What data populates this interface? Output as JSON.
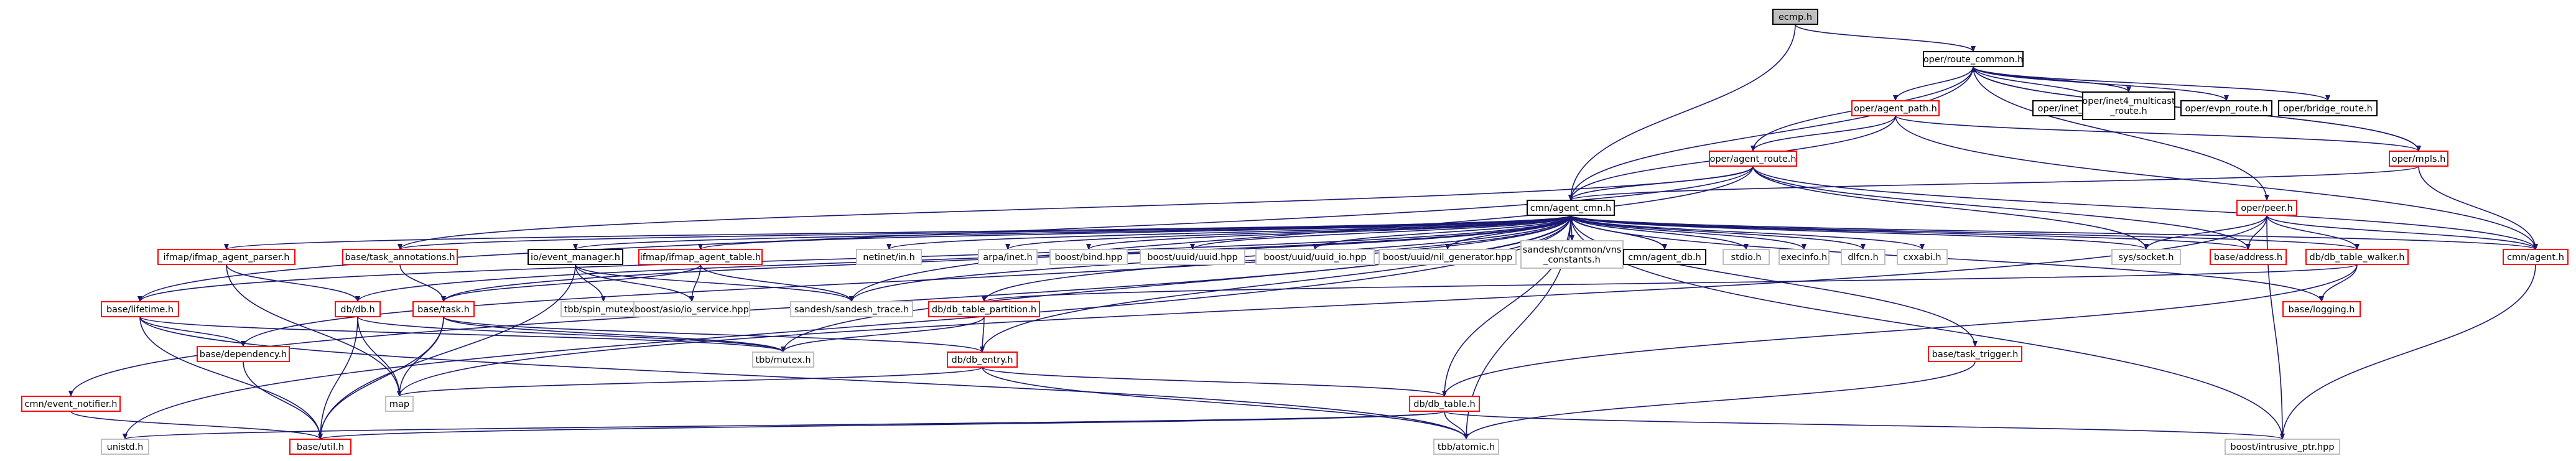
{
  "colors": {
    "edge": "#191970",
    "border_red": "#ff0000",
    "border_gray": "#bfbfbf",
    "border_black": "#000000",
    "root_fill": "#bfbfbf",
    "node_fill": "#ffffff"
  },
  "nodes": [
    {
      "id": "root",
      "lines": [
        "ecmp.h"
      ],
      "style": "root"
    },
    {
      "id": "route_common",
      "lines": [
        "oper/route_common.h"
      ],
      "style": "black"
    },
    {
      "id": "agent_path",
      "lines": [
        "oper/agent_path.h"
      ],
      "style": "red"
    },
    {
      "id": "inet_unicast",
      "lines": [
        "oper/inet_unicast_route.h"
      ],
      "style": "black"
    },
    {
      "id": "inet4_multicast",
      "lines": [
        "oper/inet4_multicast",
        "_route.h"
      ],
      "style": "black"
    },
    {
      "id": "evpn_route",
      "lines": [
        "oper/evpn_route.h"
      ],
      "style": "black"
    },
    {
      "id": "bridge_route",
      "lines": [
        "oper/bridge_route.h"
      ],
      "style": "black"
    },
    {
      "id": "agent_route",
      "lines": [
        "oper/agent_route.h"
      ],
      "style": "red"
    },
    {
      "id": "mpls",
      "lines": [
        "oper/mpls.h"
      ],
      "style": "red"
    },
    {
      "id": "agent_cmn",
      "lines": [
        "cmn/agent_cmn.h"
      ],
      "style": "black"
    },
    {
      "id": "peer",
      "lines": [
        "oper/peer.h"
      ],
      "style": "red"
    },
    {
      "id": "ifmap_parser",
      "lines": [
        "ifmap/ifmap_agent_parser.h"
      ],
      "style": "red"
    },
    {
      "id": "task_annotations",
      "lines": [
        "base/task_annotations.h"
      ],
      "style": "red"
    },
    {
      "id": "event_manager",
      "lines": [
        "io/event_manager.h"
      ],
      "style": "black"
    },
    {
      "id": "ifmap_table",
      "lines": [
        "ifmap/ifmap_agent_table.h"
      ],
      "style": "red"
    },
    {
      "id": "netinet_in",
      "lines": [
        "netinet/in.h"
      ],
      "style": "gray"
    },
    {
      "id": "arpa_inet",
      "lines": [
        "arpa/inet.h"
      ],
      "style": "gray"
    },
    {
      "id": "boost_bind",
      "lines": [
        "boost/bind.hpp"
      ],
      "style": "gray"
    },
    {
      "id": "uuid",
      "lines": [
        "boost/uuid/uuid.hpp"
      ],
      "style": "gray"
    },
    {
      "id": "uuid_io",
      "lines": [
        "boost/uuid/uuid_io.hpp"
      ],
      "style": "gray"
    },
    {
      "id": "nil_gen",
      "lines": [
        "boost/uuid/nil_generator.hpp"
      ],
      "style": "gray"
    },
    {
      "id": "vns_constants",
      "lines": [
        "sandesh/common/vns",
        "_constants.h"
      ],
      "style": "gray"
    },
    {
      "id": "agent_db",
      "lines": [
        "cmn/agent_db.h"
      ],
      "style": "black"
    },
    {
      "id": "stdio",
      "lines": [
        "stdio.h"
      ],
      "style": "gray"
    },
    {
      "id": "execinfo",
      "lines": [
        "execinfo.h"
      ],
      "style": "gray"
    },
    {
      "id": "dlfcn",
      "lines": [
        "dlfcn.h"
      ],
      "style": "gray"
    },
    {
      "id": "cxxabi",
      "lines": [
        "cxxabi.h"
      ],
      "style": "gray"
    },
    {
      "id": "sys_socket",
      "lines": [
        "sys/socket.h"
      ],
      "style": "gray"
    },
    {
      "id": "address",
      "lines": [
        "base/address.h"
      ],
      "style": "red"
    },
    {
      "id": "walker",
      "lines": [
        "db/db_table_walker.h"
      ],
      "style": "red"
    },
    {
      "id": "agent",
      "lines": [
        "cmn/agent.h"
      ],
      "style": "red"
    },
    {
      "id": "lifetime",
      "lines": [
        "base/lifetime.h"
      ],
      "style": "red"
    },
    {
      "id": "db",
      "lines": [
        "db/db.h"
      ],
      "style": "red"
    },
    {
      "id": "task",
      "lines": [
        "base/task.h"
      ],
      "style": "red"
    },
    {
      "id": "spin_mutex",
      "lines": [
        "tbb/spin_mutex.h"
      ],
      "style": "gray"
    },
    {
      "id": "io_service",
      "lines": [
        "boost/asio/io_service.hpp"
      ],
      "style": "gray"
    },
    {
      "id": "sandesh_trace",
      "lines": [
        "sandesh/sandesh_trace.h"
      ],
      "style": "gray"
    },
    {
      "id": "partition",
      "lines": [
        "db/db_table_partition.h"
      ],
      "style": "red"
    },
    {
      "id": "task_trigger",
      "lines": [
        "base/task_trigger.h"
      ],
      "style": "red"
    },
    {
      "id": "logging",
      "lines": [
        "base/logging.h"
      ],
      "style": "red"
    },
    {
      "id": "dependency",
      "lines": [
        "base/dependency.h"
      ],
      "style": "red"
    },
    {
      "id": "tbb_mutex",
      "lines": [
        "tbb/mutex.h"
      ],
      "style": "gray"
    },
    {
      "id": "db_entry",
      "lines": [
        "db/db_entry.h"
      ],
      "style": "red"
    },
    {
      "id": "event_notifier",
      "lines": [
        "cmn/event_notifier.h"
      ],
      "style": "red"
    },
    {
      "id": "map",
      "lines": [
        "map"
      ],
      "style": "gray"
    },
    {
      "id": "db_table",
      "lines": [
        "db/db_table.h"
      ],
      "style": "red"
    },
    {
      "id": "unistd",
      "lines": [
        "unistd.h"
      ],
      "style": "gray"
    },
    {
      "id": "util",
      "lines": [
        "base/util.h"
      ],
      "style": "red"
    },
    {
      "id": "atomic",
      "lines": [
        "tbb/atomic.h"
      ],
      "style": "gray"
    },
    {
      "id": "intrusive_ptr",
      "lines": [
        "boost/intrusive_ptr.hpp"
      ],
      "style": "gray"
    }
  ],
  "edges": [
    [
      "root",
      "route_common"
    ],
    [
      "root",
      "agent_cmn"
    ],
    [
      "route_common",
      "agent_path"
    ],
    [
      "route_common",
      "inet_unicast"
    ],
    [
      "route_common",
      "inet4_multicast"
    ],
    [
      "route_common",
      "evpn_route"
    ],
    [
      "route_common",
      "bridge_route"
    ],
    [
      "route_common",
      "agent_route"
    ],
    [
      "route_common",
      "mpls"
    ],
    [
      "route_common",
      "agent_cmn"
    ],
    [
      "route_common",
      "peer"
    ],
    [
      "agent_path",
      "agent_route"
    ],
    [
      "agent_path",
      "mpls"
    ],
    [
      "agent_path",
      "agent_cmn"
    ],
    [
      "agent_path",
      "agent"
    ],
    [
      "mpls",
      "route_common"
    ],
    [
      "mpls",
      "agent_cmn"
    ],
    [
      "mpls",
      "agent"
    ],
    [
      "agent_route",
      "agent_cmn"
    ],
    [
      "agent_route",
      "sandesh_trace"
    ],
    [
      "agent_route",
      "sys_socket"
    ],
    [
      "agent_route",
      "address"
    ],
    [
      "agent_route",
      "agent"
    ],
    [
      "agent_route",
      "task_annotations"
    ],
    [
      "agent_route",
      "lifetime"
    ],
    [
      "peer",
      "address"
    ],
    [
      "peer",
      "walker"
    ],
    [
      "peer",
      "agent"
    ],
    [
      "peer",
      "sys_socket"
    ],
    [
      "peer",
      "map"
    ],
    [
      "peer",
      "intrusive_ptr"
    ],
    [
      "agent_cmn",
      "ifmap_parser"
    ],
    [
      "agent_cmn",
      "task_annotations"
    ],
    [
      "agent_cmn",
      "event_manager"
    ],
    [
      "agent_cmn",
      "ifmap_table"
    ],
    [
      "agent_cmn",
      "netinet_in"
    ],
    [
      "agent_cmn",
      "arpa_inet"
    ],
    [
      "agent_cmn",
      "boost_bind"
    ],
    [
      "agent_cmn",
      "uuid"
    ],
    [
      "agent_cmn",
      "uuid_io"
    ],
    [
      "agent_cmn",
      "nil_gen"
    ],
    [
      "agent_cmn",
      "vns_constants"
    ],
    [
      "agent_cmn",
      "agent_db"
    ],
    [
      "agent_cmn",
      "stdio"
    ],
    [
      "agent_cmn",
      "execinfo"
    ],
    [
      "agent_cmn",
      "dlfcn"
    ],
    [
      "agent_cmn",
      "cxxabi"
    ],
    [
      "agent_cmn",
      "sys_socket"
    ],
    [
      "agent_cmn",
      "address"
    ],
    [
      "agent_cmn",
      "walker"
    ],
    [
      "agent_cmn",
      "agent"
    ],
    [
      "agent_cmn",
      "lifetime"
    ],
    [
      "agent_cmn",
      "db"
    ],
    [
      "agent_cmn",
      "task"
    ],
    [
      "agent_cmn",
      "sandesh_trace"
    ],
    [
      "agent_cmn",
      "partition"
    ],
    [
      "agent_cmn",
      "task_trigger"
    ],
    [
      "agent_cmn",
      "logging"
    ],
    [
      "agent_cmn",
      "dependency"
    ],
    [
      "agent_cmn",
      "event_notifier"
    ],
    [
      "agent_cmn",
      "db_table"
    ],
    [
      "agent_cmn",
      "unistd"
    ],
    [
      "agent_cmn",
      "tbb_mutex"
    ],
    [
      "agent_cmn",
      "atomic"
    ],
    [
      "agent_cmn",
      "intrusive_ptr"
    ],
    [
      "agent_cmn",
      "db_entry"
    ],
    [
      "agent_db",
      "agent_cmn"
    ],
    [
      "ifmap_parser",
      "db"
    ],
    [
      "ifmap_parser",
      "map"
    ],
    [
      "task_annotations",
      "task"
    ],
    [
      "event_manager",
      "spin_mutex"
    ],
    [
      "event_manager",
      "io_service"
    ],
    [
      "event_manager",
      "sandesh_trace"
    ],
    [
      "event_manager",
      "util"
    ],
    [
      "ifmap_table",
      "task"
    ],
    [
      "ifmap_table",
      "io_service"
    ],
    [
      "ifmap_table",
      "sandesh_trace"
    ],
    [
      "walker",
      "partition"
    ],
    [
      "walker",
      "logging"
    ],
    [
      "walker",
      "db_table"
    ],
    [
      "agent",
      "intrusive_ptr"
    ],
    [
      "lifetime",
      "dependency"
    ],
    [
      "lifetime",
      "tbb_mutex"
    ],
    [
      "lifetime",
      "util"
    ],
    [
      "lifetime",
      "atomic"
    ],
    [
      "db",
      "tbb_mutex"
    ],
    [
      "db",
      "map"
    ],
    [
      "db",
      "util"
    ],
    [
      "task",
      "tbb_mutex"
    ],
    [
      "task",
      "map"
    ],
    [
      "task",
      "util"
    ],
    [
      "task",
      "db_entry"
    ],
    [
      "partition",
      "tbb_mutex"
    ],
    [
      "partition",
      "db_entry"
    ],
    [
      "task_trigger",
      "atomic"
    ],
    [
      "dependency",
      "util"
    ],
    [
      "db_entry",
      "map"
    ],
    [
      "db_entry",
      "db_table"
    ],
    [
      "db_entry",
      "atomic"
    ],
    [
      "event_notifier",
      "util"
    ],
    [
      "db_table",
      "unistd"
    ],
    [
      "db_table",
      "util"
    ],
    [
      "db_table",
      "atomic"
    ],
    [
      "db_table",
      "intrusive_ptr"
    ]
  ]
}
